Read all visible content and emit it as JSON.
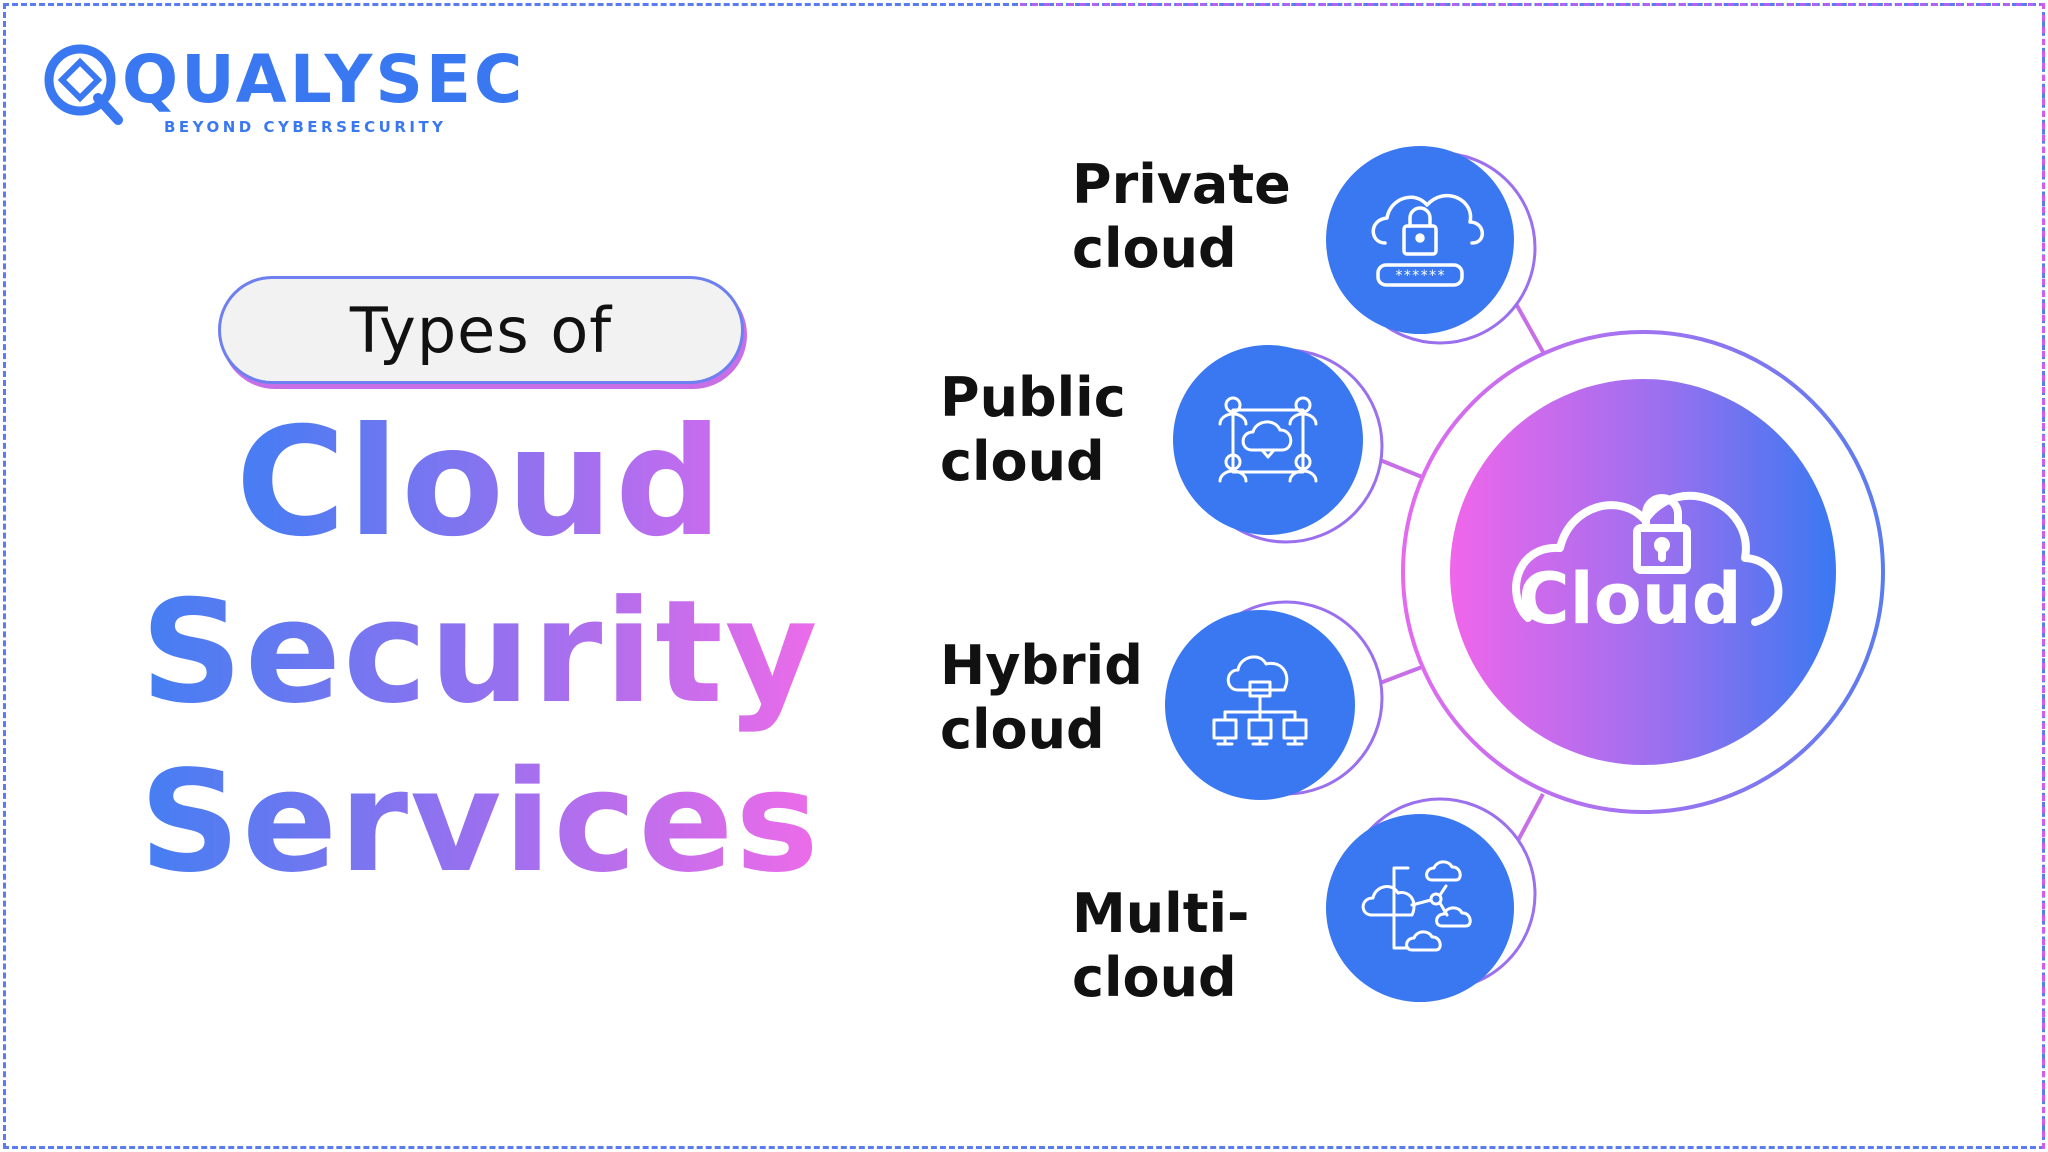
{
  "brand": {
    "name": "QUALYSEC",
    "tagline": "BEYOND CYBERSECURITY",
    "color": "#3a78f2"
  },
  "title": {
    "pill": "Types of",
    "line1": "Cloud",
    "line2": "Security",
    "line3": "Services"
  },
  "center": {
    "label": "Cloud",
    "icon": "cloud-lock-icon"
  },
  "types": [
    {
      "line1": "Private",
      "line2": "cloud",
      "icon": "cloud-lock-password-icon"
    },
    {
      "line1": "Public",
      "line2": "cloud",
      "icon": "public-network-users-icon"
    },
    {
      "line1": "Hybrid",
      "line2": "cloud",
      "icon": "hybrid-cloud-network-icon"
    },
    {
      "line1": "Multi-",
      "line2": "cloud",
      "icon": "multi-cloud-share-icon"
    }
  ],
  "colors": {
    "blue": "#3a78f2",
    "pink": "#f066ea",
    "purple": "#9a70ef"
  }
}
